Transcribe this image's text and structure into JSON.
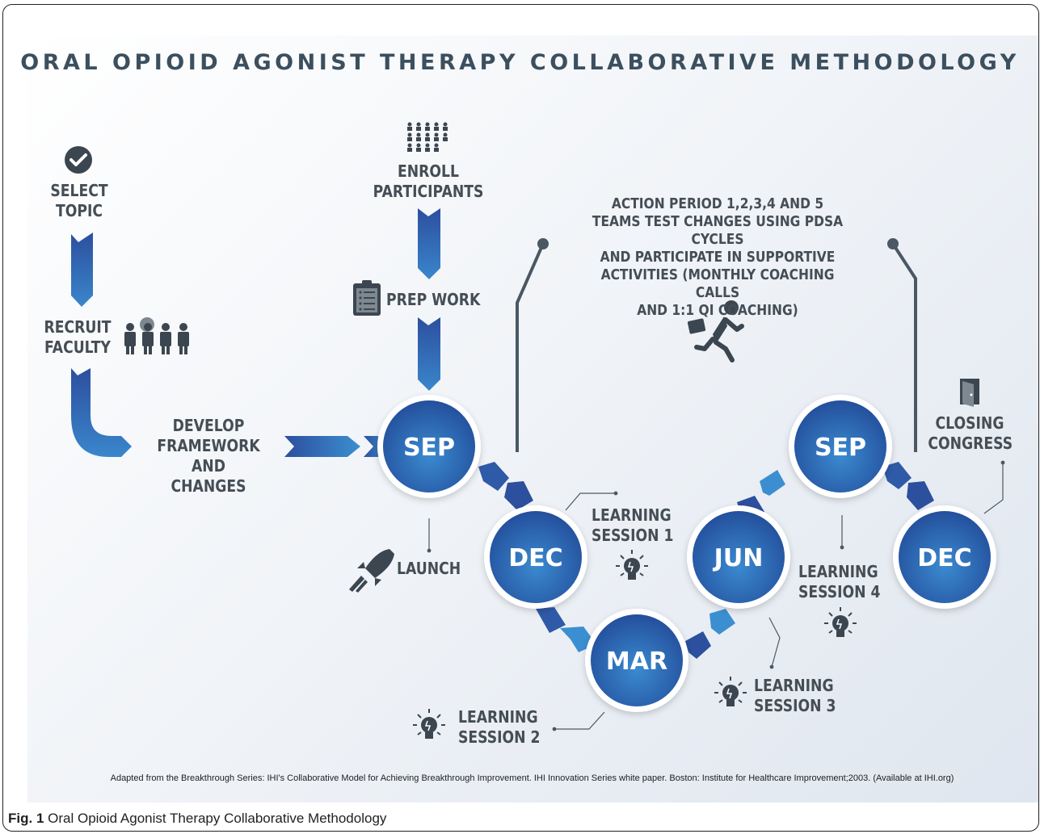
{
  "title": "ORAL OPIOID AGONIST THERAPY COLLABORATIVE METHODOLOGY",
  "steps": {
    "select_topic": "SELECT\nTOPIC",
    "recruit_faculty": "RECRUIT\nFACULTY",
    "develop_framework": "DEVELOP\nFRAMEWORK AND\nCHANGES",
    "enroll_participants": "ENROLL\nPARTICIPANTS",
    "prep_work": "PREP WORK",
    "launch": "LAUNCH",
    "closing_congress": "CLOSING\nCONGRESS"
  },
  "action_period": "ACTION PERIOD 1,2,3,4 AND 5\nTEAMS TEST CHANGES USING PDSA CYCLES\nAND PARTICIPATE IN SUPPORTIVE\nACTIVITIES (MONTHLY COACHING CALLS\nAND 1:1 QI COACHING)",
  "months": [
    "SEP",
    "DEC",
    "MAR",
    "JUN",
    "SEP",
    "DEC"
  ],
  "learning_sessions": [
    "LEARNING\nSESSION 1",
    "LEARNING\nSESSION 2",
    "LEARNING\nSESSION 3",
    "LEARNING\nSESSION 4"
  ],
  "source_note": "Adapted from the Breakthrough Series: IHI's Collaborative Model for Achieving Breakthrough Improvement. IHI Innovation Series white paper. Boston: Institute for Healthcare Improvement;2003. (Available at IHI.org)",
  "caption": {
    "label": "Fig. 1",
    "text": "Oral Opioid Agonist Therapy Collaborative Methodology"
  },
  "colors": {
    "circle": "#2a5ea8",
    "arrow_dark": "#2c4f9e",
    "arrow_light": "#3b8fd0",
    "text": "#454d55",
    "line": "#4b5863"
  },
  "icons": [
    "checkmark-circle-icon",
    "people-grid-icon",
    "clipboard-icon",
    "handshake-people-icon",
    "rocket-icon",
    "runner-icon",
    "door-icon",
    "lightbulb-icon"
  ]
}
